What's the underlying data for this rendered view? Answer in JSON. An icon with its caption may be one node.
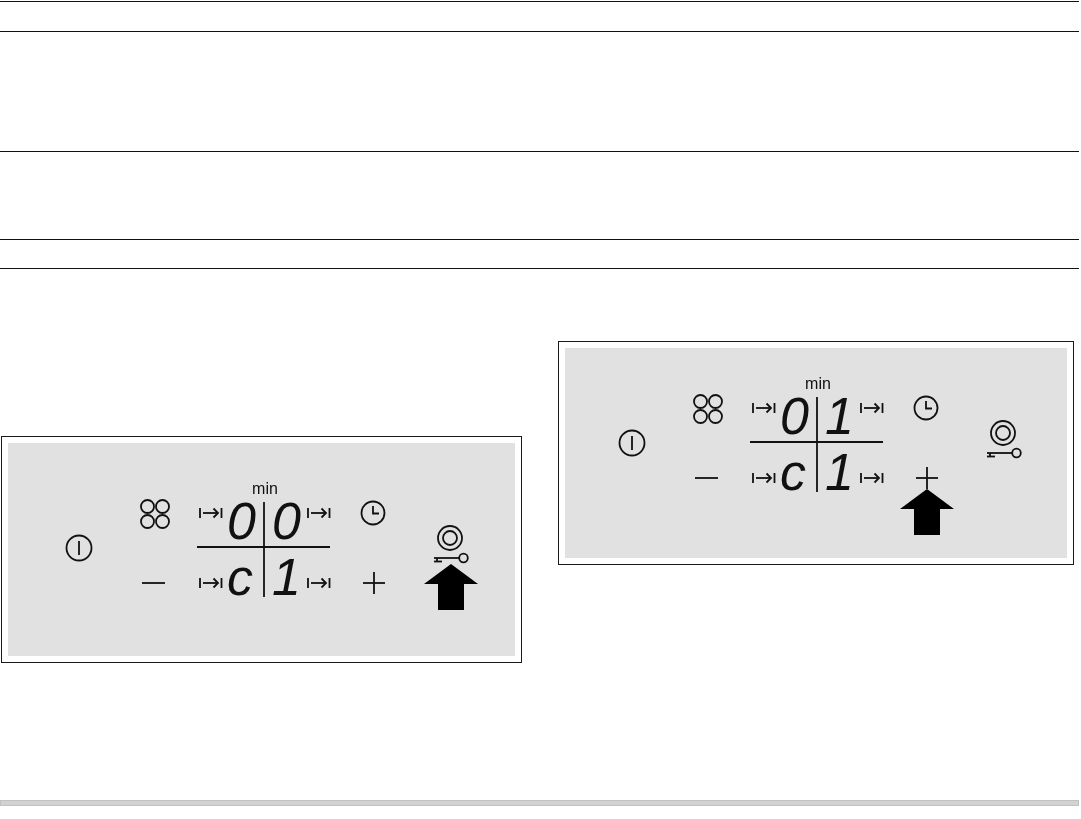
{
  "diagram": {
    "nodes": [
      {
        "text": [
          "min",
          "0",
          "0",
          "c",
          "1"
        ]
      },
      {
        "text": [],
        "shape": "picture",
        "in": 0
      },
      {
        "text": [
          "min",
          "0",
          "1",
          "c",
          "1"
        ]
      },
      {
        "text": [],
        "shape": "picture",
        "in": 2
      }
    ],
    "edges": [
      {
        "from": null,
        "to": 1,
        "arrow": "to"
      },
      {
        "from": null,
        "to": 3,
        "arrow": "to"
      }
    ]
  }
}
